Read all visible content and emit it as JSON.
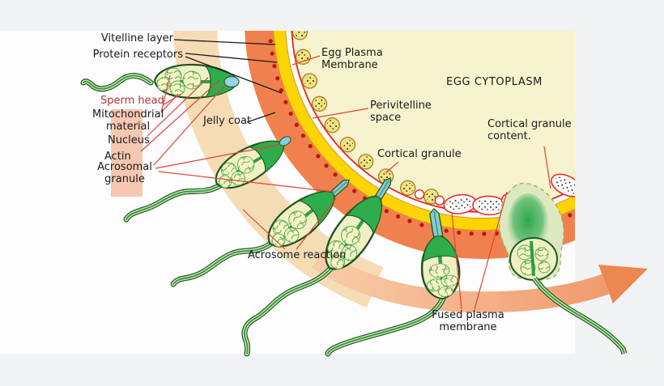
{
  "diagram": {
    "labels": {
      "vitelline_layer": "Vitelline layer",
      "protein_receptors": "Protein receptors",
      "egg_plasma_membrane": "Egg Plasma Membrane",
      "egg_cytoplasm": "EGG CYTOPLASM",
      "jelly_coat": "Jelly coat",
      "perivitelline_space": "Perivitelline space",
      "cortical_granule": "Cortical granule",
      "cortical_granule_content": "Cortical granule content.",
      "sperm_head": "Sperm head",
      "mitochondrial_material": "Mitochondrial material",
      "nucleus": "Nucleus",
      "actin": "Actin",
      "acrosomal_granule": "Acrosomal granule",
      "acrosome_reaction": "Acrosome reaction",
      "fused_plasma_membrane": "Fused plasma membrane"
    },
    "colors": {
      "jelly_coat_orange": "#F0814E",
      "outer_jelly_pale": "#F5DCB5",
      "vitelline_gold": "#FFD405",
      "egg_cytoplasm_cream": "#F7F3CE",
      "plasma_membrane_red": "#E8251F",
      "protein_receptor_dot": "#C01510",
      "sperm_green": "#2FAC4C",
      "sperm_cream": "#EFF0C4",
      "acrosome_blue": "#8FD2EC",
      "label_red_text": "#B23430",
      "pointer_line_red": "#DD4338",
      "arrow_salmon": "#EF9465"
    }
  }
}
